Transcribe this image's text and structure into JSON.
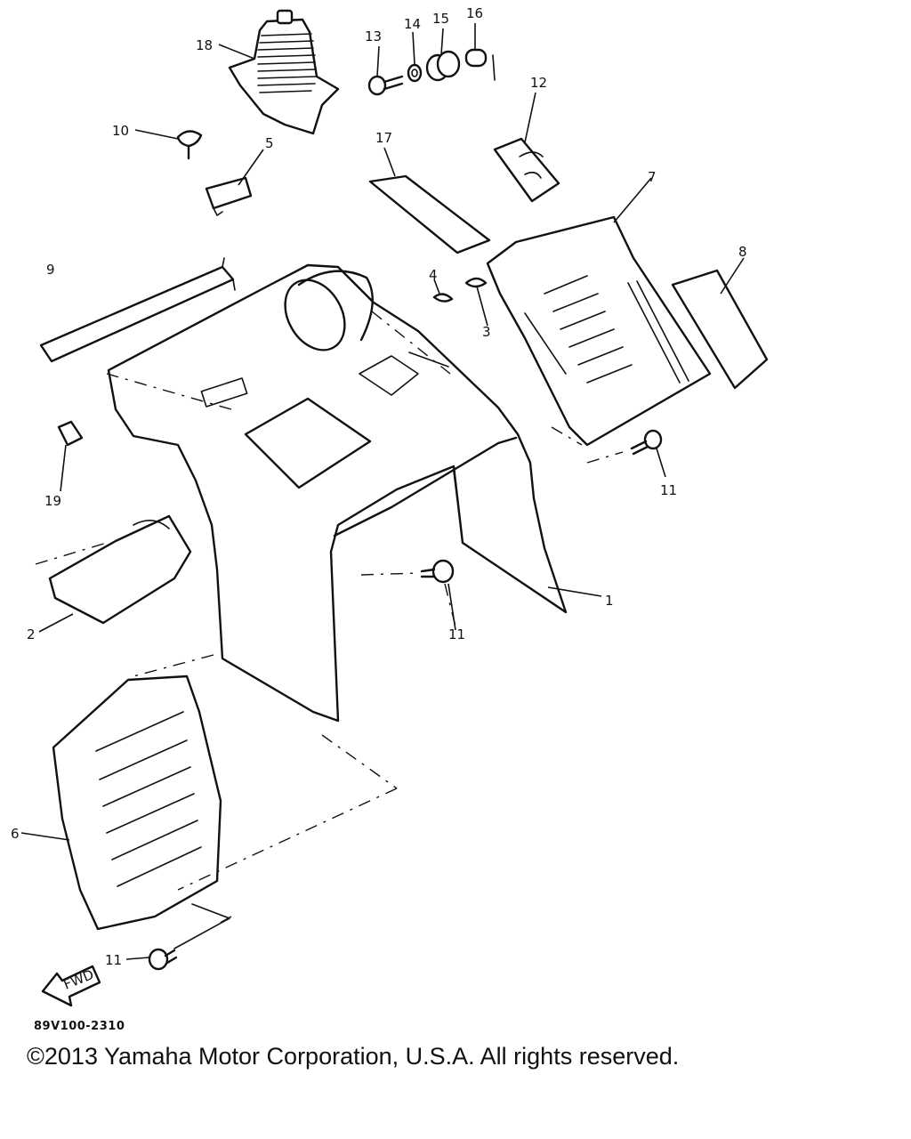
{
  "diagram": {
    "code": "89V100-2310",
    "copyright": "©2013 Yamaha Motor Corporation, U.S.A. All rights reserved.",
    "fwd_label": "FWD",
    "callouts": {
      "c1": "1",
      "c2": "2",
      "c3": "3",
      "c4": "4",
      "c5": "5",
      "c6": "6",
      "c7": "7",
      "c8": "8",
      "c9": "9",
      "c10": "10",
      "c11a": "11",
      "c11b": "11",
      "c11c": "11",
      "c12": "12",
      "c13": "13",
      "c14": "14",
      "c15": "15",
      "c16": "16",
      "c17": "17",
      "c18": "18",
      "c19": "19"
    }
  }
}
